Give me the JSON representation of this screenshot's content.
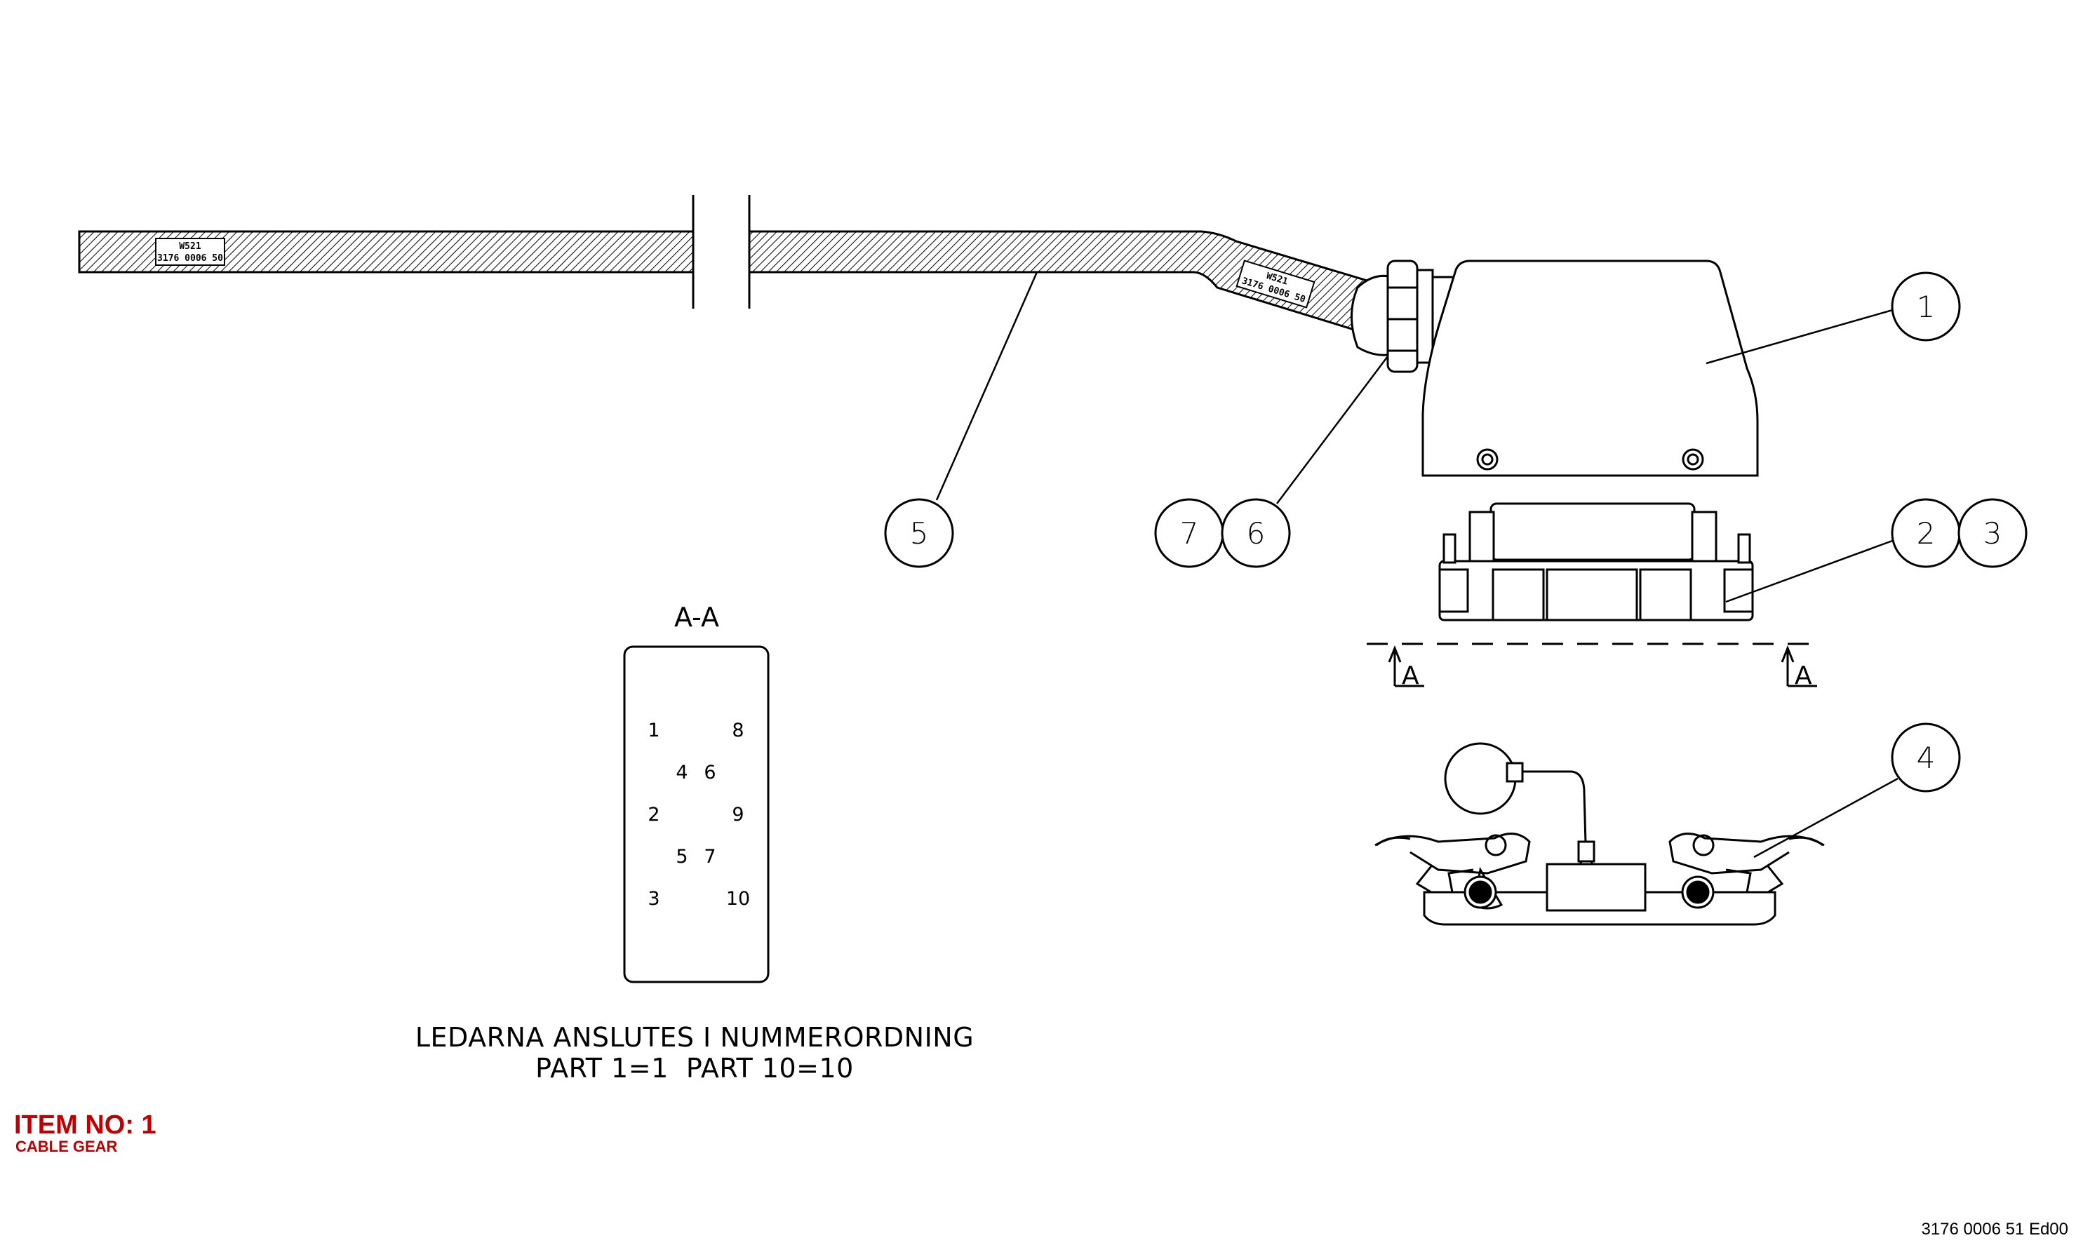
{
  "balloons": [
    {
      "id": "1",
      "label": "1"
    },
    {
      "id": "2",
      "label": "2"
    },
    {
      "id": "3",
      "label": "3"
    },
    {
      "id": "4",
      "label": "4"
    },
    {
      "id": "5",
      "label": "5"
    },
    {
      "id": "6",
      "label": "6"
    },
    {
      "id": "7",
      "label": "7"
    }
  ],
  "cable_labels": {
    "left": {
      "line1": "W521",
      "line2": "3176 0006 50"
    },
    "right": {
      "line1": "W521",
      "line2": "3176 0006 50"
    }
  },
  "section": {
    "title": "A-A",
    "marker_left": "A",
    "marker_right": "A",
    "pins": [
      "1",
      "8",
      "4",
      "6",
      "2",
      "9",
      "5",
      "7",
      "3",
      "10"
    ]
  },
  "note": {
    "line1": "LEDARNA ANSLUTES I NUMMERORDNING",
    "line2": "PART 1=1  PART 10=10"
  },
  "item": {
    "title": "ITEM NO: 1",
    "subtitle": "CABLE GEAR"
  },
  "drawing_number": "3176 0006 51 Ed00"
}
